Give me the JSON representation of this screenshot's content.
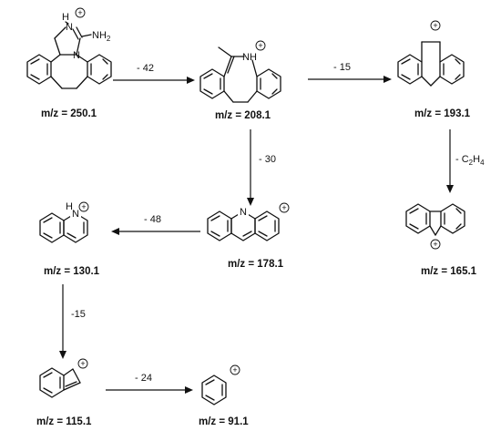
{
  "compounds": {
    "c250": {
      "mz": "m/z = 250.1",
      "h": "H",
      "nh2": "NH",
      "nh2_sub": "2",
      "n": "N",
      "charge": "+"
    },
    "c208": {
      "mz": "m/z = 208.1",
      "nh": "NH",
      "charge": "+"
    },
    "c193": {
      "mz": "m/z = 193.1",
      "charge": "+"
    },
    "c165": {
      "mz": "m/z = 165.1",
      "charge": "+"
    },
    "c178": {
      "mz": "m/z = 178.1",
      "n": "N",
      "charge": "+"
    },
    "c130": {
      "mz": "m/z = 130.1",
      "hn": "H",
      "n": "N",
      "charge": "+"
    },
    "c115": {
      "mz": "m/z = 115.1",
      "charge": "+"
    },
    "c91": {
      "mz": "m/z = 91.1",
      "charge": "+"
    }
  },
  "transitions": {
    "t250_208": "- 42",
    "t208_193": "- 15",
    "t208_178": "- 30",
    "t193_165_prefix": "- C",
    "t193_165_sub1": "2",
    "t193_165_mid": "H",
    "t193_165_sub2": "4",
    "t178_130": "- 48",
    "t130_115": "-15",
    "t115_91": "- 24"
  }
}
